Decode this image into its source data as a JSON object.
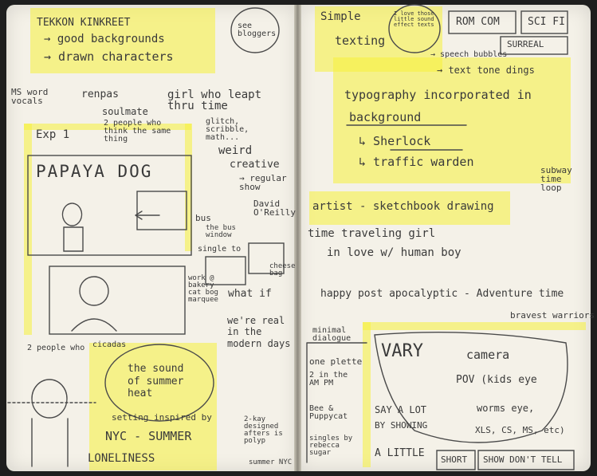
{
  "left_page": {
    "header": [
      "TEKKON KINKREET",
      "→ good backgrounds",
      "→ drawn characters"
    ],
    "see_bloggers": "see bloggers",
    "ms_word_vocals": "MS word vocals",
    "renpas": "renpas",
    "soulmate": "soulmate",
    "girl_who_leapt": "girl who leapt thru time",
    "exp1": "Exp 1",
    "two_people": "2 people who think the same thing",
    "glitch": "glitch, scribble, math...",
    "weird": "weird",
    "creative": "creative",
    "regular_show": "→ regular show",
    "david_oreilly": "David O'Reilly",
    "papaya_dog": "PAPAYA DOG",
    "bus": "bus",
    "the_bus_window": "the bus window",
    "single_to": "single to",
    "cheese_bag": "cheese bag",
    "what_if": "what if",
    "we_were_real": "we're real in the modern days",
    "work_at": "work @ bakery cat bog marquee",
    "two_people_bottom": "2 people who",
    "cicadas": "cicadas",
    "sound_of_summer": "the sound of summer heat",
    "setting_inspired": "setting inspired by",
    "nyc_summer": "NYC - SUMMER",
    "loneliness": "LONELINESS",
    "two_kay": "2-kay designed afters is polyp",
    "summer_nyc": "summer NYC"
  },
  "right_page": {
    "simple": "Simple",
    "texting": "texting",
    "circle_note": "I love those little sound effect texts",
    "rom_com": "ROM COM",
    "sci_fi": "SCI FI",
    "surreal": "SURREAL",
    "speech_bubbles": "→ speech bubbles",
    "text_tone_dings": "→ text tone dings",
    "typography": "typography incorporated in",
    "background": "background",
    "sherlock": "↳ Sherlock",
    "traffic_warden": "↳ traffic warden",
    "subway_time_loop": "subway time loop",
    "artist_sketchbook": "artist - sketchbook drawing",
    "time_traveling_girl": "time traveling girl",
    "in_love": "in love w/ human boy",
    "happy_post_apocalyptic": "happy post apocalyptic - Adventure time",
    "bravest_warriors": "bravest warriors",
    "minimal_dialogue": "minimal dialogue",
    "one_plette": "one plette",
    "two_in_the_am_pm": "2 in the AM PM",
    "bee_puppycat": "Bee & Puppycat",
    "singles_by": "singles by rebecca sugar",
    "vary": "VARY",
    "camera": "camera",
    "pov": "POV (kids eye",
    "worms_eye": "worms eye,",
    "shot_types": "XLS, CS, MS, etc)",
    "say_a_lot": "SAY A LOT",
    "by_showing": "BY SHOWING",
    "a_little": "A LITTLE",
    "short": "SHORT",
    "show_dont_tell": "SHOW DON'T TELL"
  }
}
